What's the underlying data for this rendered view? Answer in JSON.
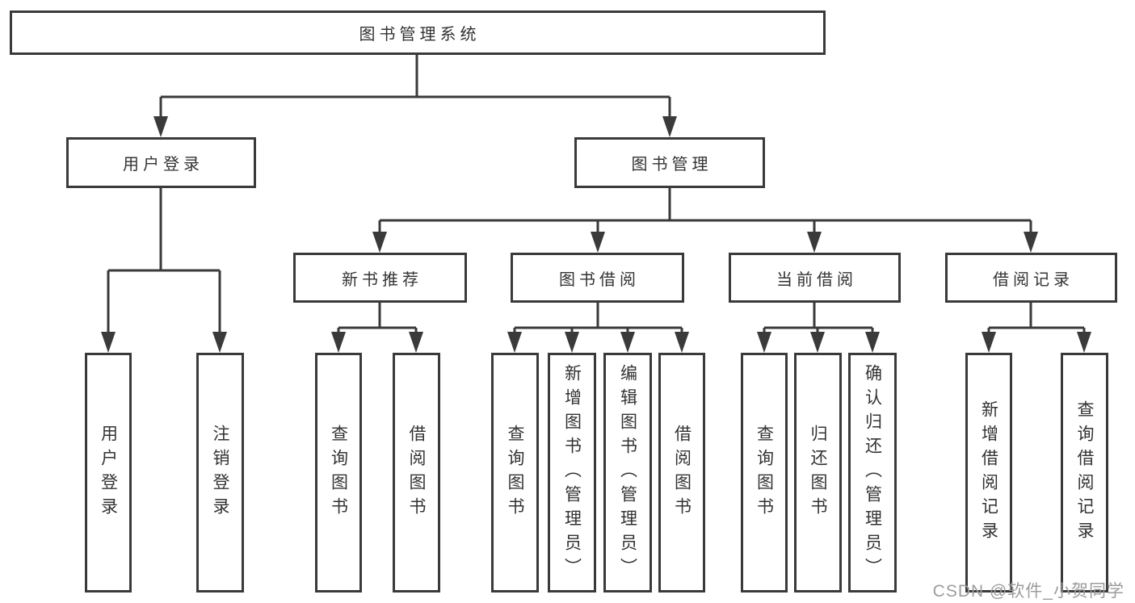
{
  "diagram": {
    "root": {
      "label": "图书管理系统"
    },
    "level2": [
      {
        "label": "用户登录"
      },
      {
        "label": "图书管理"
      }
    ],
    "level3": [
      {
        "label": "新书推荐"
      },
      {
        "label": "图书借阅"
      },
      {
        "label": "当前借阅"
      },
      {
        "label": "借阅记录"
      }
    ],
    "leaves": [
      {
        "label": "用户登录"
      },
      {
        "label": "注销登录"
      },
      {
        "label": "查询图书"
      },
      {
        "label": "借阅图书"
      },
      {
        "label": "查询图书"
      },
      {
        "label": "新增图书（管理员）"
      },
      {
        "label": "编辑图书（管理员）"
      },
      {
        "label": "借阅图书"
      },
      {
        "label": "查询图书"
      },
      {
        "label": "归还图书"
      },
      {
        "label": "确认归还（管理员）"
      },
      {
        "label": "新增借阅记录"
      },
      {
        "label": "查询借阅记录"
      }
    ]
  },
  "watermark": {
    "text": "CSDN @软件_小贺同学"
  },
  "colors": {
    "line": "#3a3a3a",
    "text": "#333333",
    "watermark": "#9c9c9c",
    "background": "#ffffff"
  }
}
